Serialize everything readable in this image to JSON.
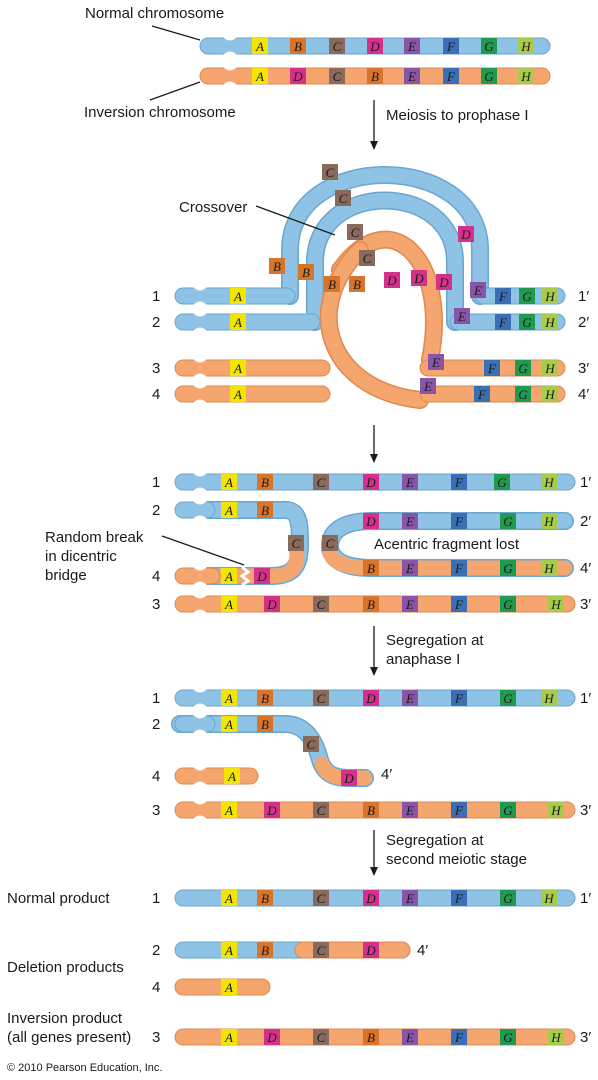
{
  "colors": {
    "normal": "#8fc3e6",
    "normal_dark": "#6aa6cf",
    "inversion": "#f5a56e",
    "inversion_dark": "#e08850",
    "A": "#f2e500",
    "B": "#d9752a",
    "C": "#8a6a5c",
    "D": "#d5308c",
    "E": "#8a55a8",
    "F": "#3b6fb5",
    "G": "#1f9a4e",
    "H": "#a8cc4a"
  },
  "labels": {
    "normal_chromosome": "Normal chromosome",
    "inversion_chromosome": "Inversion chromosome",
    "step_meiosis": "Meiosis to prophase I",
    "crossover": "Crossover",
    "random_break_1": "Random break",
    "random_break_2": "in dicentric",
    "random_break_3": "bridge",
    "acentric": "Acentric fragment lost",
    "seg_anaphase_1": "Segregation at",
    "seg_anaphase_2": "anaphase I",
    "seg_second_1": "Segregation at",
    "seg_second_2": "second meiotic stage",
    "normal_product": "Normal product",
    "deletion_products": "Deletion products",
    "inversion_product_1": "Inversion product",
    "inversion_product_2": "(all genes present)",
    "copyright": "© 2010 Pearson Education, Inc."
  },
  "genes": {
    "A": "A",
    "B": "B",
    "C": "C",
    "D": "D",
    "E": "E",
    "F": "F",
    "G": "G",
    "H": "H"
  },
  "chromatid_numbers": {
    "n1": "1",
    "n2": "2",
    "n3": "3",
    "n4": "4",
    "p1": "1′",
    "p2": "2′",
    "p3": "3′",
    "p4": "4′"
  },
  "icons": [
    "down-arrow-icon"
  ]
}
